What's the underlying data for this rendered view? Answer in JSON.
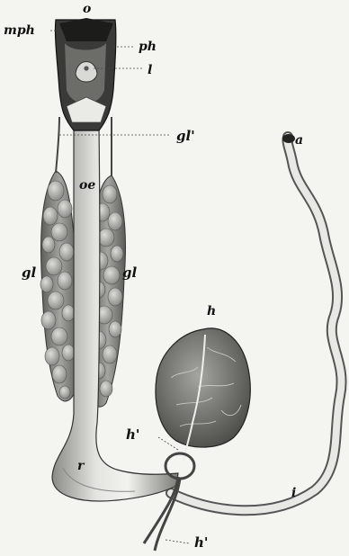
{
  "labels": {
    "o": "o",
    "mph": "mph",
    "ph": "ph",
    "l": "l",
    "gl_prime": "gl'",
    "oe": "oe",
    "gl_left": "gl",
    "gl_right": "gl",
    "h": "h",
    "h_prime_upper": "h'",
    "h_prime_lower": "h'",
    "r": "r",
    "i": "i",
    "a": "a"
  }
}
